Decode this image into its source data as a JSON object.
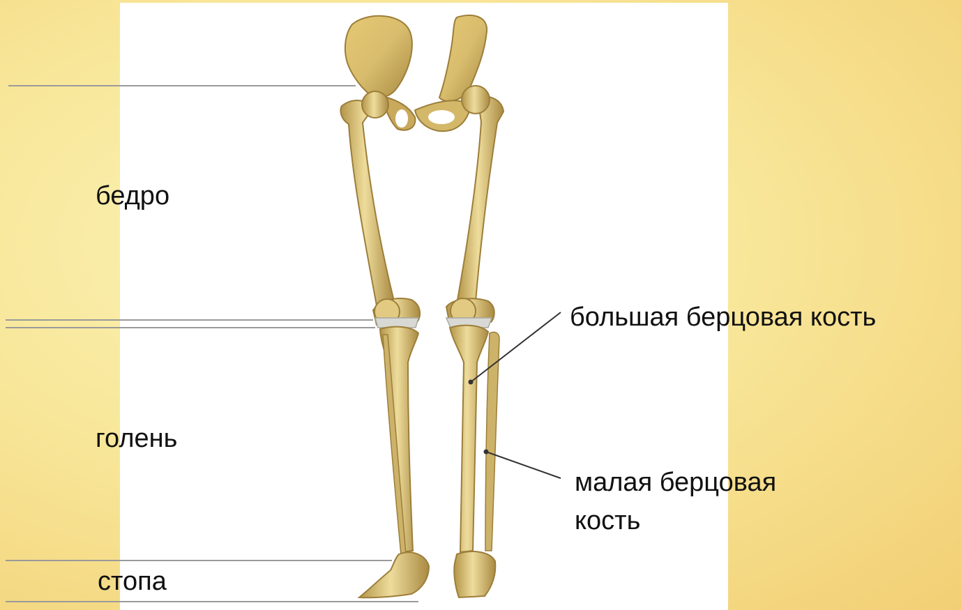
{
  "labels": {
    "thigh": "бедро",
    "shin": "голень",
    "foot": "стопа",
    "tibia": "большая берцовая кость",
    "fibula_line1": "малая берцовая",
    "fibula_line2": "кость"
  },
  "colors": {
    "background": "#f7e59a",
    "panel": "#ffffff",
    "bone": "#dcc683",
    "bone_shadow": "#a98a42",
    "cartilage": "#d8d9d4",
    "divider_lines": "#9a9a9a",
    "pointer_lines": "#333333",
    "text": "#111111"
  }
}
